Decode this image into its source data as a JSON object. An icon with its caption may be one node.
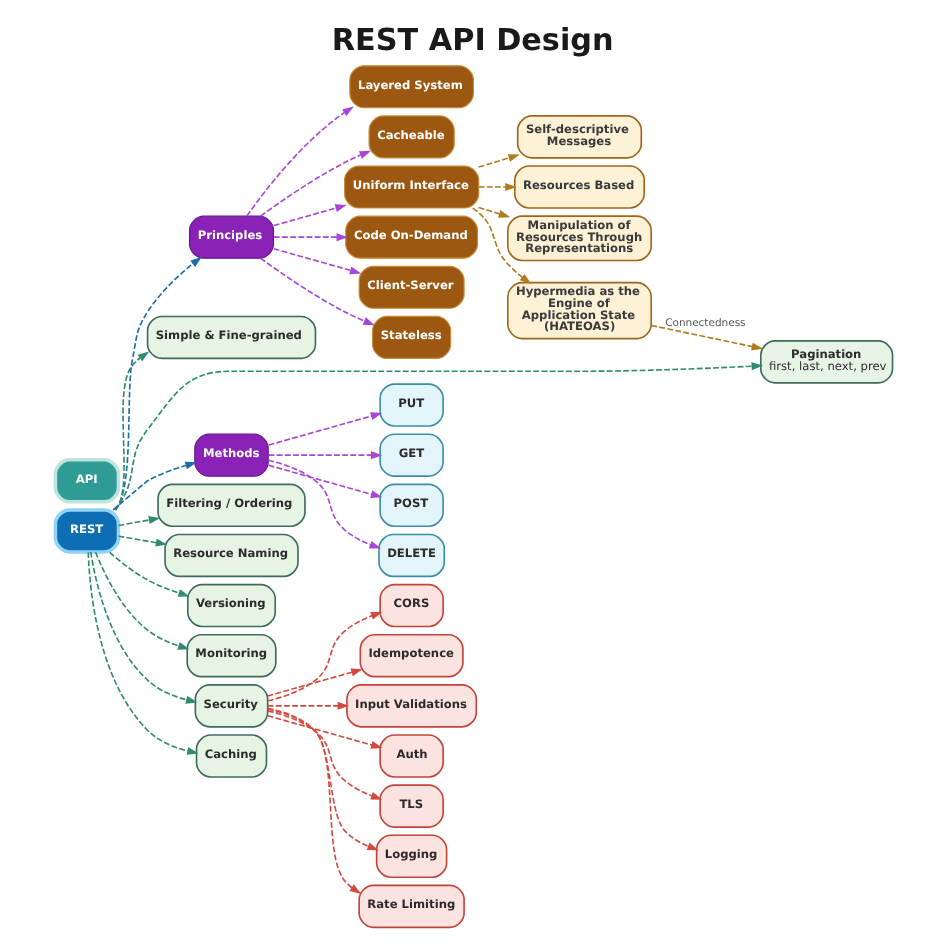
{
  "diagram": {
    "title": "REST API Design",
    "nodes": [
      {
        "text": [
          "Self-descriptive Messages"
        ]
      },
      {
        "text": [
          "Layered System"
        ]
      },
      {
        "text": [
          "Cacheable"
        ]
      },
      {
        "text": [
          "Resources Based"
        ]
      },
      {
        "text": [
          "Uniform Interface"
        ]
      },
      {
        "text": [
          "Principles"
        ]
      },
      {
        "text": [
          "Code On-Demand"
        ]
      },
      {
        "text": [
          "Client-Server"
        ]
      },
      {
        "text": [
          "Stateless"
        ]
      },
      {
        "text": [
          "Manipulation of Resources Through Representations"
        ]
      },
      {
        "text": [
          "Simple & Fine-grained"
        ]
      },
      {
        "text": [
          "REST"
        ]
      },
      {
        "text": [
          "Hypermedia as the Engine of Application State (HATEOAS)"
        ]
      },
      {
        "text": [
          "Pagination",
          "first, last, next, prev"
        ]
      },
      {
        "text": [
          "Methods"
        ]
      },
      {
        "text": [
          "PUT"
        ]
      },
      {
        "text": [
          "Filtering / Ordering"
        ]
      },
      {
        "text": [
          "GET"
        ]
      },
      {
        "text": [
          "Resource Naming"
        ]
      },
      {
        "text": [
          "POST"
        ]
      },
      {
        "text": [
          "Versioning"
        ]
      },
      {
        "text": [
          "Monitoring"
        ]
      },
      {
        "text": [
          "DELETE"
        ]
      },
      {
        "text": [
          "CORS"
        ]
      },
      {
        "text": [
          "Security"
        ]
      },
      {
        "text": [
          "Caching"
        ]
      },
      {
        "text": [
          "Idempotence"
        ]
      },
      {
        "text": [
          "Input Validations"
        ]
      },
      {
        "text": [
          "Auth"
        ]
      },
      {
        "text": [
          "TLS"
        ]
      },
      {
        "text": [
          "Logging"
        ]
      },
      {
        "text": [
          "Rate Limiting"
        ]
      },
      {
        "text": [
          "API"
        ]
      }
    ],
    "edges": [
      {
        "from": 11,
        "to": 5,
        "arrow": "to",
        "style": "dashed",
        "color": "#1a6fa8"
      },
      {
        "from": 5,
        "to": 1,
        "arrow": "to",
        "style": "dashed",
        "color": "#a846d8"
      },
      {
        "from": 5,
        "to": 4,
        "arrow": "to",
        "style": "dashed",
        "color": "#a846d8"
      },
      {
        "from": 5,
        "to": 7,
        "arrow": "to",
        "style": "dashed",
        "color": "#a846d8"
      },
      {
        "from": 5,
        "to": 2,
        "arrow": "to",
        "style": "dashed",
        "color": "#a846d8"
      },
      {
        "from": 5,
        "to": 6,
        "arrow": "to",
        "style": "dashed",
        "color": "#a846d8"
      },
      {
        "from": 5,
        "to": 8,
        "arrow": "to",
        "style": "dashed",
        "color": "#a846d8"
      },
      {
        "from": 4,
        "to": 0,
        "arrow": "to",
        "style": "dashed",
        "color": "#b07a1e"
      },
      {
        "from": 4,
        "to": 3,
        "arrow": "to",
        "style": "dashed",
        "color": "#b07a1e"
      },
      {
        "from": 4,
        "to": 9,
        "arrow": "to",
        "style": "dashed",
        "color": "#b07a1e"
      },
      {
        "from": 4,
        "to": 12,
        "arrow": "to",
        "style": "dashed",
        "color": "#b07a1e"
      },
      {
        "from": 12,
        "to": 13,
        "arrow": "to",
        "label": "Connectedness",
        "style": "dashed",
        "color": "#b07a1e"
      },
      {
        "from": 11,
        "to": 10,
        "arrow": "to",
        "style": "dashed",
        "color": "#2e8b6e"
      },
      {
        "from": 11,
        "to": 13,
        "arrow": "to",
        "style": "dashed",
        "color": "#2e8b6e"
      },
      {
        "from": 11,
        "to": 16,
        "arrow": "to",
        "style": "dashed",
        "color": "#2e8b6e"
      },
      {
        "from": 11,
        "to": 18,
        "arrow": "to",
        "style": "dashed",
        "color": "#2e8b6e"
      },
      {
        "from": 11,
        "to": 20,
        "arrow": "to",
        "style": "dashed",
        "color": "#2e8b6e"
      },
      {
        "from": 11,
        "to": 21,
        "arrow": "to",
        "style": "dashed",
        "color": "#2e8b6e"
      },
      {
        "from": 11,
        "to": 24,
        "arrow": "to",
        "style": "dashed",
        "color": "#2e8b6e"
      },
      {
        "from": 11,
        "to": 25,
        "arrow": "to",
        "style": "dashed",
        "color": "#2e8b6e"
      },
      {
        "from": 24,
        "to": 23,
        "arrow": "to",
        "style": "dashed",
        "color": "#d24a3f"
      },
      {
        "from": 24,
        "to": 26,
        "arrow": "to",
        "style": "dashed",
        "color": "#d24a3f"
      },
      {
        "from": 24,
        "to": 27,
        "arrow": "to",
        "style": "dashed",
        "color": "#d24a3f"
      },
      {
        "from": 24,
        "to": 28,
        "arrow": "to",
        "style": "dashed",
        "color": "#d24a3f"
      },
      {
        "from": 24,
        "to": 29,
        "arrow": "to",
        "style": "dashed",
        "color": "#d24a3f"
      },
      {
        "from": 24,
        "to": 30,
        "arrow": "to",
        "style": "dashed",
        "color": "#d24a3f"
      },
      {
        "from": 24,
        "to": 31,
        "arrow": "to",
        "style": "dashed",
        "color": "#d24a3f"
      },
      {
        "from": 11,
        "to": 14,
        "arrow": "to",
        "style": "dashed",
        "color": "#1a6fa8"
      },
      {
        "from": 14,
        "to": 15,
        "arrow": "to",
        "style": "dashed",
        "color": "#a846d8"
      },
      {
        "from": 14,
        "to": 17,
        "arrow": "to",
        "style": "dashed",
        "color": "#a846d8"
      },
      {
        "from": 14,
        "to": 19,
        "arrow": "to",
        "style": "dashed",
        "color": "#a846d8"
      },
      {
        "from": 14,
        "to": 22,
        "arrow": "to",
        "style": "dashed",
        "color": "#a846d8"
      }
    ]
  }
}
